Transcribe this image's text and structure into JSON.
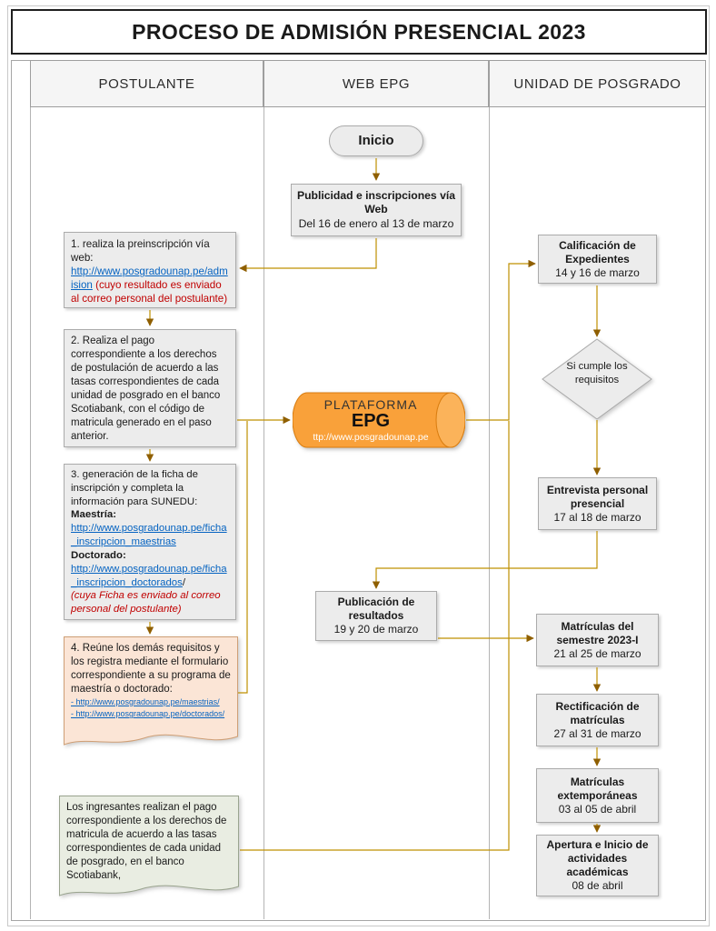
{
  "title": "PROCESO DE ADMISIÓN PRESENCIAL 2023",
  "lanes": {
    "postulante": "POSTULANTE",
    "web_epg": "WEB EPG",
    "unidad": "UNIDAD DE POSGRADO"
  },
  "web": {
    "inicio": "Inicio",
    "publicidad_title": "Publicidad e inscripciones vía Web",
    "publicidad_dates": "Del 16 de enero al 13 de marzo",
    "plataforma_line1": "PLATAFORMA",
    "plataforma_line2": "EPG",
    "plataforma_url": "ttp://www.posgradounap.pe",
    "publicacion_title": "Publicación de resultados",
    "publicacion_dates": "19 y 20 de marzo"
  },
  "postulante": {
    "step1_text": "1. realiza la preinscripción vía web: ",
    "step1_link": "http://www.posgradounap.pe/admision",
    "step1_note": " (cuyo resultado es enviado al correo personal del postulante)",
    "step2_text": "2. Realiza el pago correspondiente a los derechos de postulación de acuerdo a las tasas correspondientes de cada unidad de posgrado en el banco Scotiabank, con el código de matricula generado en el paso anterior.",
    "step3_intro": "3. generación de la ficha de inscripción y completa la información para SUNEDU:",
    "step3_maestria_label": "Maestría: ",
    "step3_maestria_link": "http://www.posgradounap.pe/ficha_inscripcion_maestrias",
    "step3_doctorado_label": "Doctorado: ",
    "step3_doctorado_link": "http://www.posgradounap.pe/ficha_inscripcion_doctorados",
    "step3_doctorado_suffix": "/",
    "step3_note": "(cuya Ficha es enviado al correo personal del postulante)",
    "step4_text": "4. Reúne los demás requisitos y los registra mediante el formulario correspondiente a su programa de maestría o doctorado:",
    "step4_link1": "- http://www.posgradounap.pe/maestrias/",
    "step4_link2": "- http://www.posgradounap.pe/doctorados/",
    "ingresantes_text": "Los ingresantes realizan el pago correspondiente a los derechos de matricula  de acuerdo a las tasas correspondientes de cada unidad de posgrado, en el banco Scotiabank,"
  },
  "unidad": {
    "calificacion_title": "Calificación de Expedientes",
    "calificacion_dates": "14 y 16 de marzo",
    "decision": "Si cumple los requisitos",
    "entrevista_title": "Entrevista personal presencial",
    "entrevista_dates": "17 al 18 de marzo",
    "matriculas_title": "Matrículas del semestre 2023-I",
    "matriculas_dates": "21 al 25 de marzo",
    "rectificacion_title": "Rectificación de matrículas",
    "rectificacion_dates": "27 al 31 de marzo",
    "extemporaneas_title": "Matrículas extemporáneas",
    "extemporaneas_dates": "03 al 05  de abril",
    "apertura_title": "Apertura e Inicio de actividades académicas",
    "apertura_dates": "08 de abril"
  },
  "colors": {
    "connector": "#BF9000",
    "arrowhead": "#8F5F00",
    "box_fill": "#ECECEC",
    "cylinder_fill": "#F9A13A",
    "cylinder_cap": "#FBB35A",
    "step4_fill": "#FBE5D6",
    "ingresantes_fill": "#E9EDE2",
    "link_blue": "#0563C1",
    "note_red": "#C00000"
  }
}
